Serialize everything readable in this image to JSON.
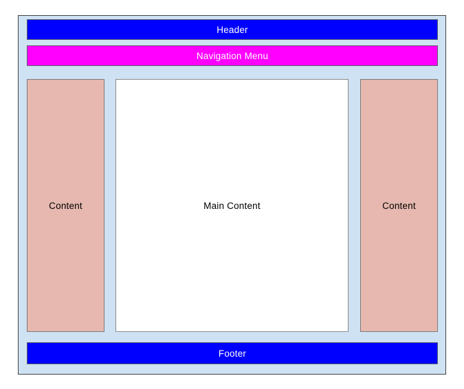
{
  "diagram": {
    "regions": {
      "header": {
        "label": "Header"
      },
      "nav": {
        "label": "Navigation Menu"
      },
      "left_sidebar": {
        "label": "Content"
      },
      "main": {
        "label": "Main Content"
      },
      "right_sidebar": {
        "label": "Content"
      },
      "footer": {
        "label": "Footer"
      }
    },
    "colors": {
      "page_background": "#ffffff",
      "frame_background": "#cfe2f3",
      "frame_border": "#3f4347",
      "header_fill": "#0000ff",
      "nav_fill": "#ff00ff",
      "sidebar_fill": "#e6b8af",
      "main_fill": "#ffffff",
      "footer_fill": "#0000ff",
      "box_border": "#6e6e6e",
      "light_text": "#ffffff",
      "dark_text": "#000000"
    }
  }
}
